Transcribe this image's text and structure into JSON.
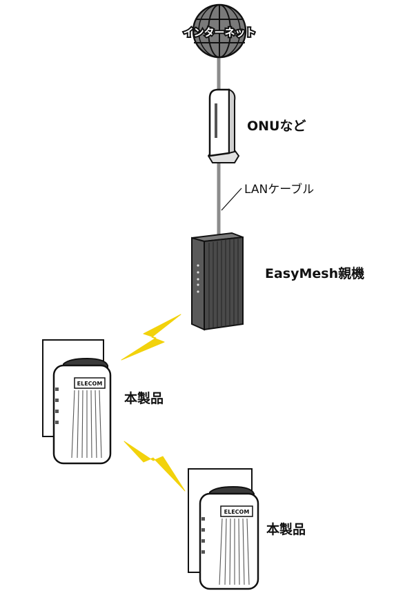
{
  "diagram": {
    "internet_label": "インターネット",
    "onu_label": "ONUなど",
    "cable_label": "LANケーブル",
    "parent_label": "EasyMesh親機",
    "product_label_1": "本製品",
    "product_label_2": "本製品",
    "brand": "ELECOM"
  },
  "colors": {
    "cable": "#8c8c8c",
    "lightning": "#f2d20c",
    "router_body": "#4a4a4a",
    "globe": "#777777"
  }
}
